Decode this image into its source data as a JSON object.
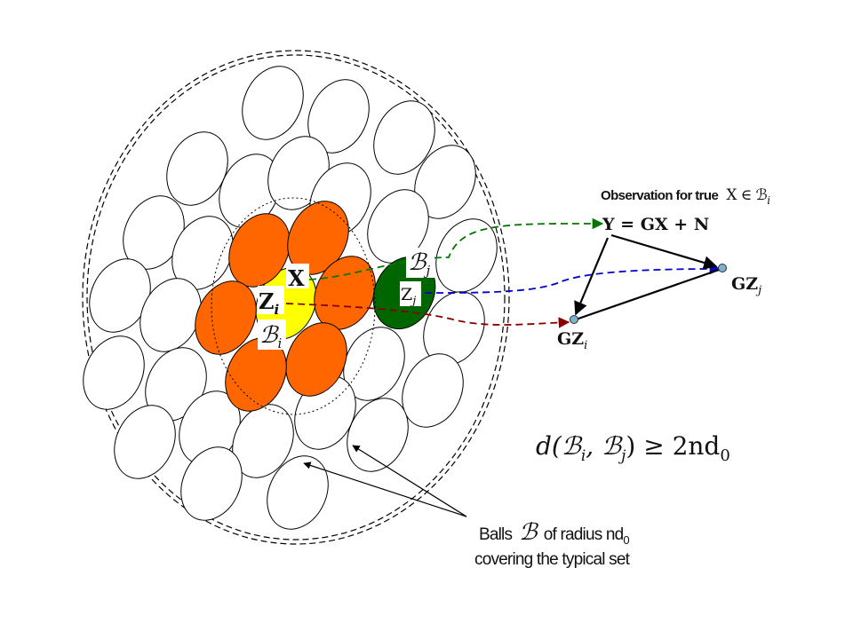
{
  "labels": {
    "x": "X",
    "z_i": "Z",
    "z_i_sub": "i",
    "b_i": "ℬ",
    "b_i_sub": "i",
    "b_j": "ℬ",
    "b_j_sub": "j",
    "z_j": "Z",
    "z_j_sub": "j",
    "observation_text": "Observation for true",
    "observation_math": "X ∈ ℬ",
    "observation_sub": "i",
    "y_equation": "Y = GX + N",
    "gz_j": "GZ",
    "gz_j_sub": "j",
    "gz_i": "GZ",
    "gz_i_sub": "i",
    "distance_lhs": "d(ℬ",
    "distance_sub_i": "i",
    "distance_mid": ", ℬ",
    "distance_sub_j": "j",
    "distance_rhs": ") ≥ 2nd",
    "distance_sub_0": "0",
    "balls_line1_a": "Balls",
    "balls_line1_script": "ℬ",
    "balls_line1_b": "of radius nd",
    "balls_line1_sub": "0",
    "balls_line2": "covering the typical set"
  },
  "colors": {
    "orange_ball": "#ff6600",
    "yellow_ball": "#ffff00",
    "green_ball": "#006600",
    "arrow_green": "#007700",
    "arrow_blue": "#0000cc",
    "arrow_darkred": "#880000",
    "point_fill": "#7fb2c8"
  }
}
